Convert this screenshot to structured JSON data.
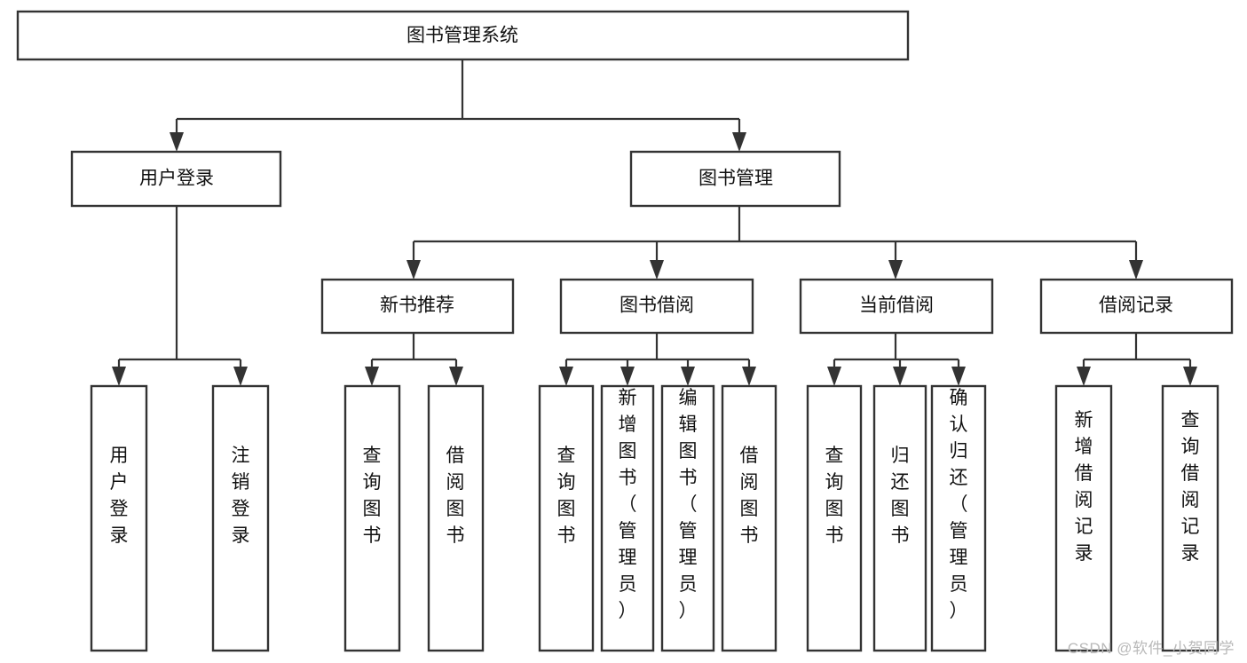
{
  "diagram": {
    "type": "tree-hierarchy-chart",
    "title": "图书管理系统",
    "watermark": "CSDN @软件_小贺同学",
    "colors": {
      "box_stroke": "#333333",
      "box_fill": "#ffffff",
      "connector": "#333333",
      "text": "#111111",
      "background": "#ffffff",
      "watermark": "#b9b9b9"
    },
    "levels": [
      {
        "level": 1,
        "nodes": [
          {
            "id": "root",
            "label": "图书管理系统",
            "orientation": "horizontal"
          }
        ]
      },
      {
        "level": 2,
        "nodes": [
          {
            "id": "user-login",
            "label": "用户登录",
            "orientation": "horizontal",
            "parent": "root"
          },
          {
            "id": "book-manage",
            "label": "图书管理",
            "orientation": "horizontal",
            "parent": "root"
          }
        ]
      },
      {
        "level": 3,
        "nodes": [
          {
            "id": "new-book-rec",
            "label": "新书推荐",
            "orientation": "horizontal",
            "parent": "book-manage"
          },
          {
            "id": "book-borrow",
            "label": "图书借阅",
            "orientation": "horizontal",
            "parent": "book-manage"
          },
          {
            "id": "current-borrow",
            "label": "当前借阅",
            "orientation": "horizontal",
            "parent": "book-manage"
          },
          {
            "id": "borrow-record",
            "label": "借阅记录",
            "orientation": "horizontal",
            "parent": "book-manage"
          }
        ]
      },
      {
        "level": 4,
        "nodes": [
          {
            "id": "leaf-user-login",
            "label": "用户登录",
            "orientation": "vertical",
            "parent": "user-login"
          },
          {
            "id": "leaf-logout",
            "label": "注销登录",
            "orientation": "vertical",
            "parent": "user-login"
          },
          {
            "id": "leaf-query-book-1",
            "label": "查询图书",
            "orientation": "vertical",
            "parent": "new-book-rec"
          },
          {
            "id": "leaf-borrow-book-1",
            "label": "借阅图书",
            "orientation": "vertical",
            "parent": "new-book-rec"
          },
          {
            "id": "leaf-query-book-2",
            "label": "查询图书",
            "orientation": "vertical",
            "parent": "book-borrow"
          },
          {
            "id": "leaf-add-book",
            "label": "新增图书（管理员）",
            "orientation": "vertical",
            "parent": "book-borrow"
          },
          {
            "id": "leaf-edit-book",
            "label": "编辑图书（管理员）",
            "orientation": "vertical",
            "parent": "book-borrow"
          },
          {
            "id": "leaf-borrow-book-2",
            "label": "借阅图书",
            "orientation": "vertical",
            "parent": "book-borrow"
          },
          {
            "id": "leaf-query-book-3",
            "label": "查询图书",
            "orientation": "vertical",
            "parent": "current-borrow"
          },
          {
            "id": "leaf-return-book",
            "label": "归还图书",
            "orientation": "vertical",
            "parent": "current-borrow"
          },
          {
            "id": "leaf-confirm-return",
            "label": "确认归还（管理员）",
            "orientation": "vertical",
            "parent": "current-borrow"
          },
          {
            "id": "leaf-add-record",
            "label": "新增借阅记录",
            "orientation": "vertical",
            "parent": "borrow-record"
          },
          {
            "id": "leaf-query-record",
            "label": "查询借阅记录",
            "orientation": "vertical",
            "parent": "borrow-record"
          }
        ]
      }
    ]
  }
}
